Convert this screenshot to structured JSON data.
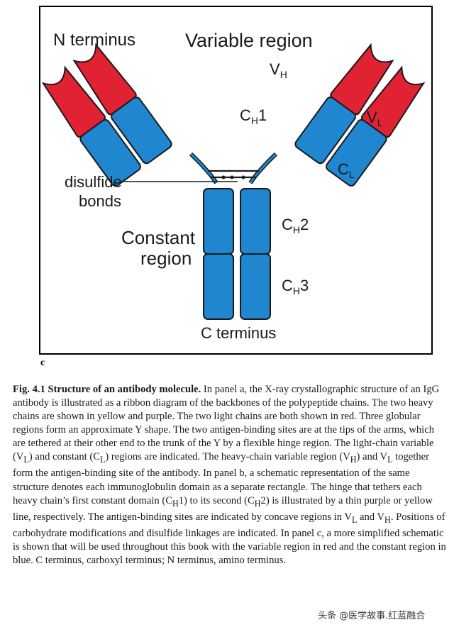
{
  "figure": {
    "panel_letter": "c",
    "labels": {
      "n_terminus": "N terminus",
      "variable_region": "Variable region",
      "vh": "V",
      "vh_sub": "H",
      "vl": "V",
      "vl_sub": "L",
      "ch1": "C",
      "ch1_sub": "H",
      "ch1_tail": "1",
      "cl": "C",
      "cl_sub": "L",
      "disulfide_1": "disulfide",
      "disulfide_2": "bonds",
      "constant_1": "Constant",
      "constant_2": "region",
      "ch2": "C",
      "ch2_sub": "H",
      "ch2_tail": "2",
      "ch3": "C",
      "ch3_sub": "H",
      "ch3_tail": "3",
      "c_terminus": "C terminus"
    },
    "colors": {
      "variable": "#e02232",
      "constant": "#1f86cf",
      "outline": "#1a1a1a",
      "hinge": "#1f86cf"
    }
  },
  "caption": {
    "title": "Fig. 4.1 Structure of an antibody molecule.",
    "p1": " In panel a, the X-ray crystallographic structure of an IgG antibody is illustrated as a ribbon diagram of the backbones of the polypeptide chains. The two heavy chains are shown in yellow and purple. The two light chains are both shown in red. Three globular regions form an approximate Y shape. The two antigen-binding sites are at the tips of the arms, which are tethered at their other end to the trunk of the Y by a flexible hinge region. The light-chain variable (V",
    "s1": "L",
    "p2": ") and constant (C",
    "s2": "L",
    "p3": ") regions are indicated. The heavy-chain variable region (V",
    "s3": "H",
    "p4": ") and V",
    "s4": "L",
    "p5": " together form the antigen-binding site of the antibody. In panel b, a schematic representation of the same structure denotes each immunoglobulin domain as a separate rectangle. The hinge that tethers each heavy chain’s first constant domain (C",
    "s5": "H",
    "p6": "1) to its second (C",
    "s6": "H",
    "p7": "2) is illustrated by a thin purple or yellow line, respectively. The antigen-binding sites are indicated by concave regions in V",
    "s7": "L",
    "p8": " and V",
    "s8": "H",
    "p9": ". Positions of carbohydrate modifications and disulfide linkages are indicated. In panel c, a more simplified schematic is shown that will be used throughout this book with the variable region in red and the constant region in blue. C terminus, carboxyl terminus; N terminus, amino terminus."
  },
  "watermark": {
    "text": "头条 @医学故事.红蓝融合"
  }
}
